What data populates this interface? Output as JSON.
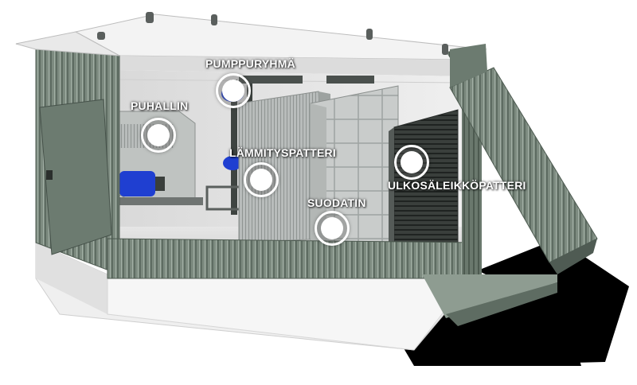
{
  "hotspots": [
    {
      "id": "puhallin",
      "label": "PUHALLIN"
    },
    {
      "id": "pumppuryhma",
      "label": "PUMPPURYHMÄ"
    },
    {
      "id": "lammityspatteri",
      "label": "LÄMMITYSPATTERI"
    },
    {
      "id": "suodatin",
      "label": "SUODATIN"
    },
    {
      "id": "ulkosaleikkopatteri",
      "label": "ULKOSÄLEIKKÖPATTERI"
    }
  ],
  "colors": {
    "housing_green": "#7c8a7f",
    "housing_dark": "#5b6a5f",
    "interior_floor": "#dcdcdc",
    "motor_blue": "#1f3fd1",
    "base_white": "#f2f2f2",
    "shadow": "#000000"
  }
}
